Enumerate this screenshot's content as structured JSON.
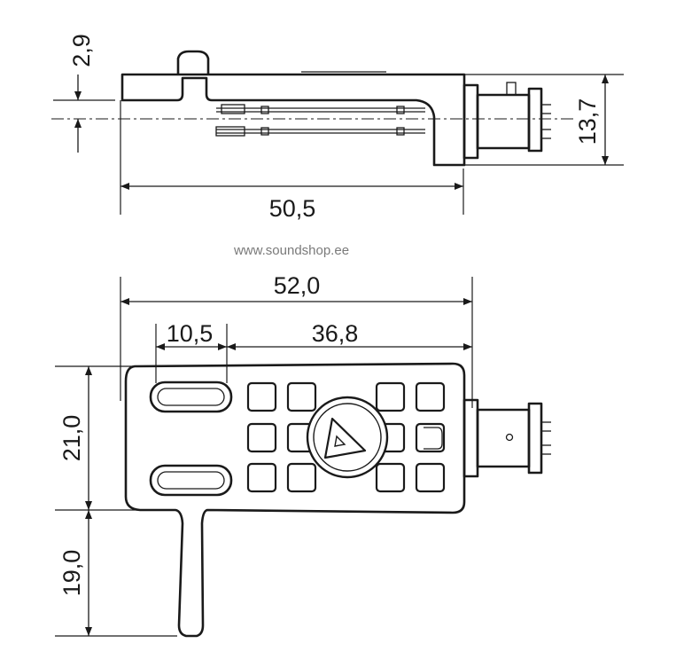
{
  "watermark": "www.soundshop.ee",
  "dimensions": {
    "side_height_small": "2,9",
    "side_height": "13,7",
    "side_length": "50,5",
    "top_length": "52,0",
    "slot_offset": "10,5",
    "slot_to_end": "36,8",
    "body_width": "21,0",
    "finger_lift": "19,0"
  }
}
